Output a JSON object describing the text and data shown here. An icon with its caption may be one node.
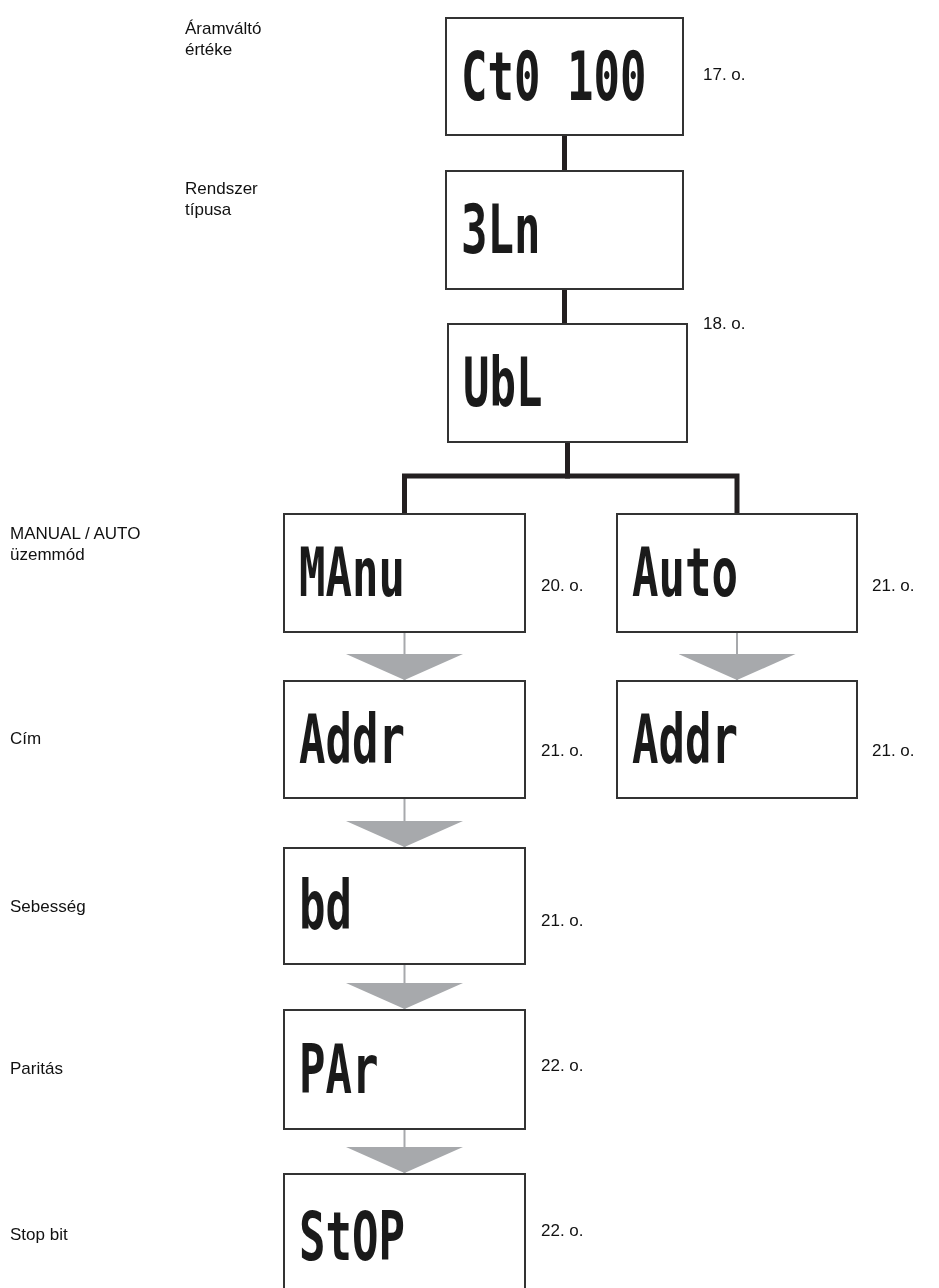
{
  "diagram": {
    "nodes": [
      {
        "text": [
          "Ct0 100"
        ],
        "beside": [
          "17. o."
        ]
      },
      {
        "text": [
          "3Ln"
        ]
      },
      {
        "text": [
          "UbL"
        ],
        "beside": [
          "18. o."
        ]
      },
      {
        "text": [
          "MAnu"
        ],
        "beside": [
          "20. o."
        ]
      },
      {
        "text": [
          "Auto"
        ],
        "beside": [
          "21. o."
        ]
      },
      {
        "text": [
          "Addr"
        ],
        "beside": [
          "21. o."
        ]
      },
      {
        "text": [
          "Addr"
        ],
        "beside": [
          "21. o."
        ]
      },
      {
        "text": [
          "bd"
        ],
        "beside": [
          "21. o."
        ]
      },
      {
        "text": [
          "PAr"
        ],
        "beside": [
          "22. o."
        ]
      },
      {
        "text": [
          "StOP"
        ],
        "beside": [
          "22. o."
        ]
      }
    ],
    "edges": [
      {
        "from": 0,
        "to": 1,
        "arrow": "none",
        "style": "thick",
        "color": "#231f20"
      },
      {
        "from": 1,
        "to": 2,
        "arrow": "none",
        "style": "thick",
        "color": "#231f20"
      },
      {
        "from": 2,
        "to": 3,
        "arrow": "none",
        "style": "thick",
        "color": "#231f20"
      },
      {
        "from": 2,
        "to": 4,
        "arrow": "none",
        "style": "thick",
        "color": "#231f20"
      },
      {
        "from": 3,
        "to": 5,
        "arrow": "to"
      },
      {
        "from": 4,
        "to": 6,
        "arrow": "to"
      },
      {
        "from": 5,
        "to": 7,
        "arrow": "to"
      },
      {
        "from": 7,
        "to": 8,
        "arrow": "to"
      },
      {
        "from": 8,
        "to": 9,
        "arrow": "to"
      }
    ],
    "labels": [
      "Áramváltó értéke",
      "Rendszer típusa",
      "MANUAL / AUTO üzemmód",
      "Cím",
      "Sebesség",
      "Paritás",
      "Stop bit"
    ]
  }
}
